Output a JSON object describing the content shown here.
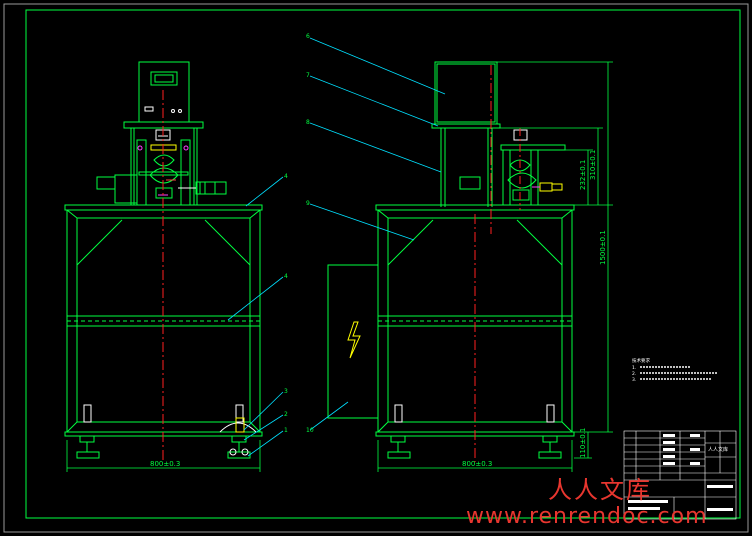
{
  "drawing": {
    "dimensions": {
      "left_width": "800±0.3",
      "right_width": "800±0.3",
      "overall_height": "1500±0.1",
      "upper_height": "310±0.1",
      "mid_height": "232±0.1",
      "foot_height": "110±0.1"
    },
    "balloons": {
      "left": [
        "4",
        "4",
        "3",
        "2",
        "1"
      ],
      "right": [
        "6",
        "7",
        "8",
        "9",
        "10"
      ]
    },
    "notes": {
      "title": "技术要求",
      "lines": [
        "1.",
        "2.",
        "3."
      ]
    },
    "title_block": {
      "company": "人人文库",
      "drawing_name": ""
    }
  },
  "watermark": {
    "chinese": "人人文库",
    "url": "www.renrendoc.com"
  },
  "colors": {
    "background": "#000000",
    "frame": "#00ff40",
    "leader": "#00e0ff",
    "centerline": "#ff2020",
    "yellow": "#ffff00",
    "magenta": "#ff40ff",
    "white": "#ffffff",
    "watermark": "#e8362f"
  }
}
